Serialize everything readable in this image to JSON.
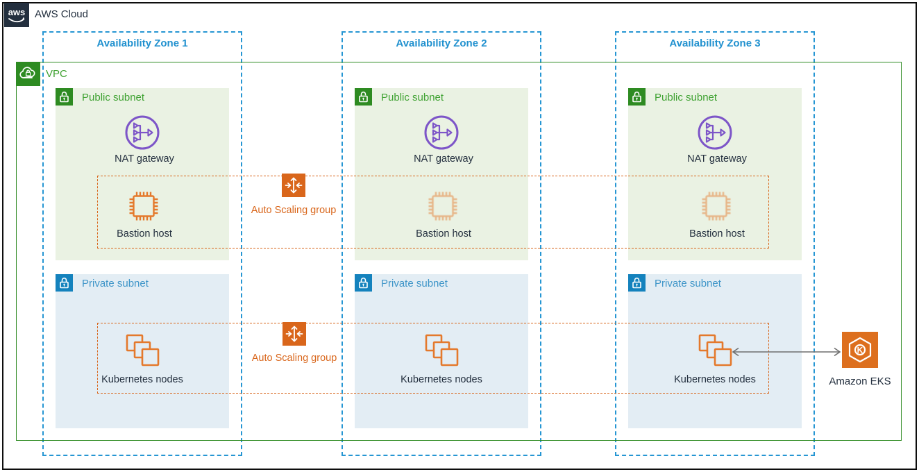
{
  "header": {
    "logo_text": "aws",
    "aws_cloud_label": "AWS Cloud"
  },
  "vpc": {
    "label": "VPC"
  },
  "azs": [
    {
      "label": "Availability Zone 1"
    },
    {
      "label": "Availability Zone 2"
    },
    {
      "label": "Availability Zone 3"
    }
  ],
  "subnets": {
    "public_label": "Public subnet",
    "private_label": "Private subnet"
  },
  "resources": {
    "nat_gateway": "NAT gateway",
    "bastion_host": "Bastion host",
    "kubernetes_nodes": "Kubernetes nodes",
    "amazon_eks": "Amazon EKS",
    "auto_scaling_group": "Auto Scaling group"
  },
  "colors": {
    "az_blue_dash": "#2696D3",
    "az_blue_label": "#2191CF",
    "vpc_green_border": "#2E8B22",
    "green_label": "#3FA232",
    "public_subnet_fill": "#EAF2E3",
    "private_subnet_fill": "#E3EDF4",
    "private_icon_blue": "#1482BD",
    "private_label_blue": "#3E95C8",
    "asg_orange": "#D9661B",
    "resource_orange": "#E4792C",
    "nat_purple": "#7D55C8",
    "eks_orange": "#DD6F1E",
    "logo_navy": "#232F3E",
    "arrow_gray": "#6E6E6E"
  }
}
